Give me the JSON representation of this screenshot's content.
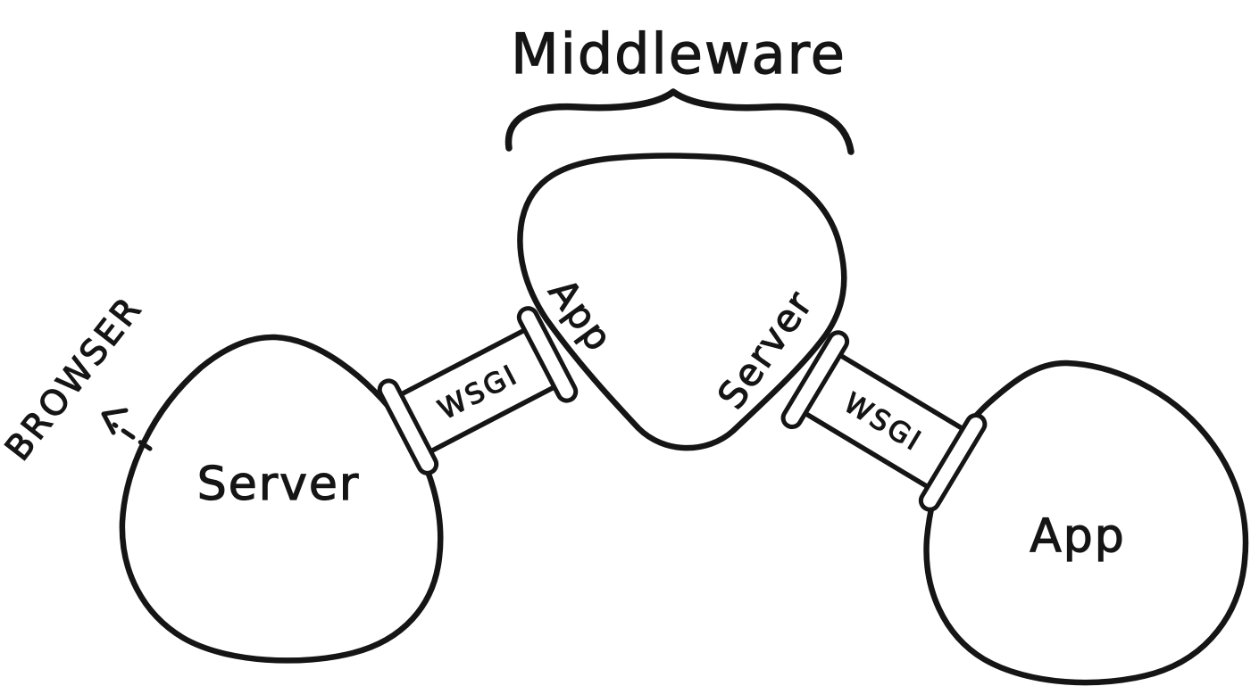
{
  "diagram": {
    "title": "Middleware",
    "browser_label": "BROWSER",
    "nodes": {
      "server": {
        "label": "Server"
      },
      "middleware": {
        "app_side_label": "App",
        "server_side_label": "Server"
      },
      "app": {
        "label": "App"
      }
    },
    "pipes": {
      "left": {
        "label": "WSGI"
      },
      "right": {
        "label": "WSGI"
      }
    },
    "colors": {
      "ink": "#151515",
      "background": "#ffffff"
    }
  }
}
